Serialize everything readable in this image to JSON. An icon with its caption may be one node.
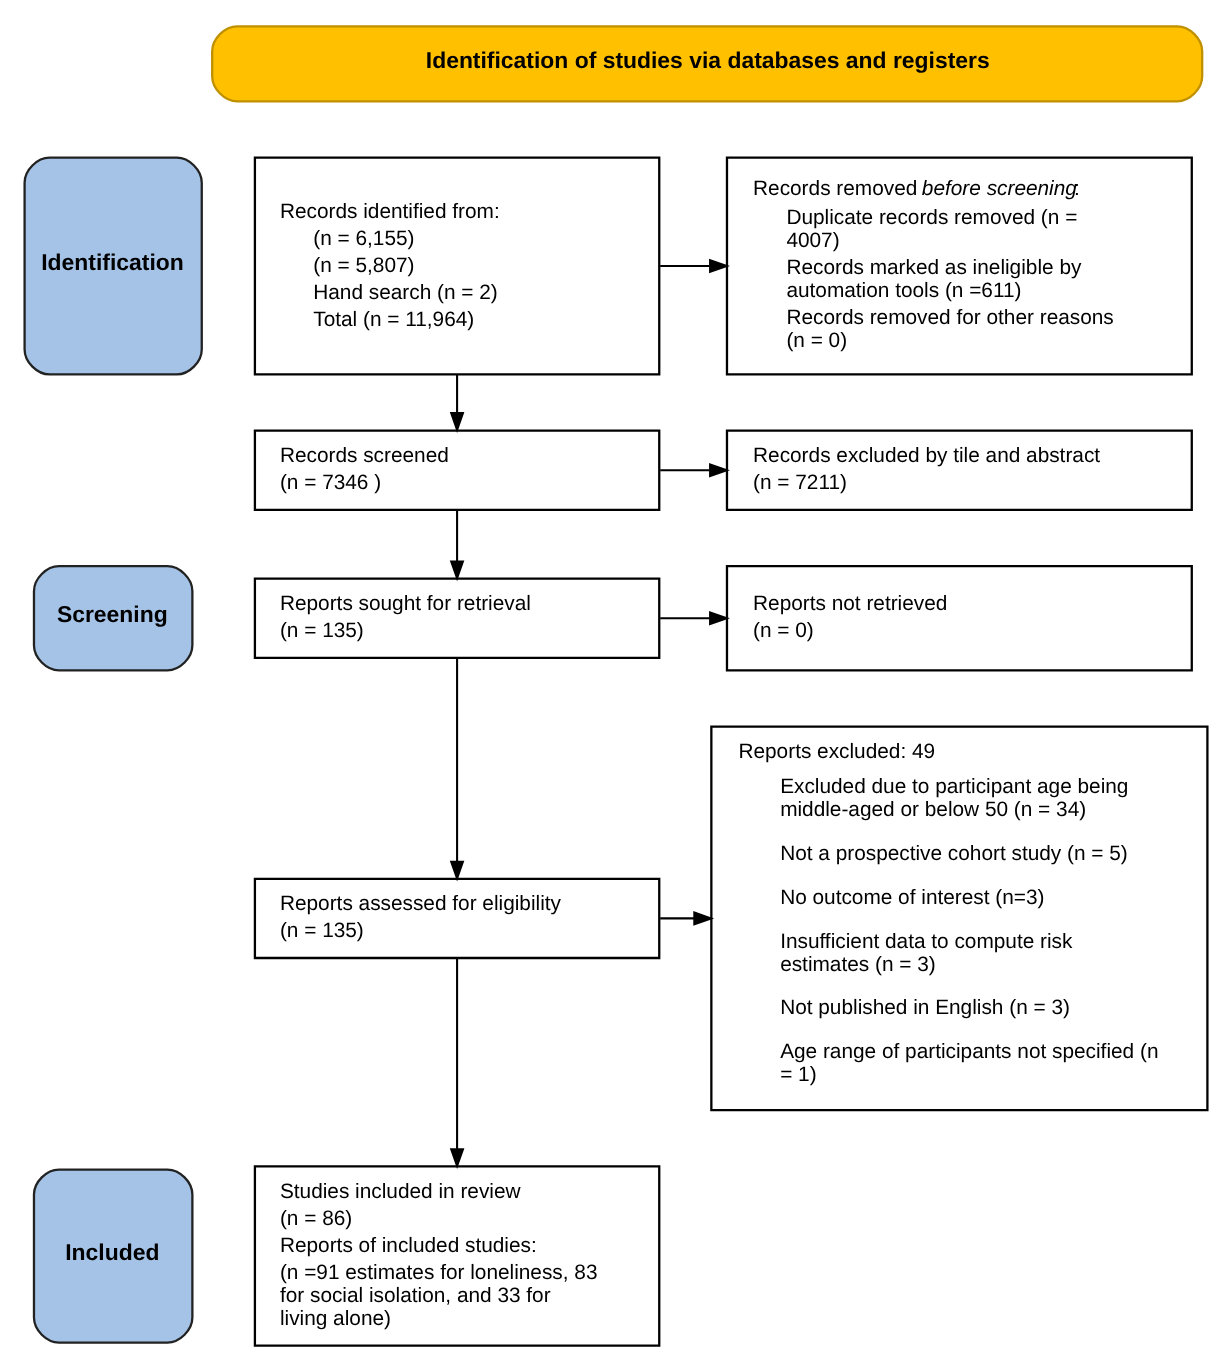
{
  "diagram": {
    "nodes": [
      {
        "text": [
          "Identification of studies via databases and registers"
        ]
      },
      {
        "text": [
          "Identification"
        ]
      },
      {
        "text": [
          "Records identified from:",
          "(n = 6,155)",
          "(n = 5,807)",
          "Hand search (n = 2)",
          "Total (n = 11,964)"
        ]
      },
      {
        "text": [
          "Records removed *before screening*:",
          "Duplicate records removed (n = 4007)",
          "Records marked as ineligible by automation tools (n =611)",
          "Records removed for other reasons (n = 0)"
        ]
      },
      {
        "text": [
          "Screening"
        ]
      },
      {
        "text": [
          "Records screened",
          "(n = 7346 )"
        ]
      },
      {
        "text": [
          "Records excluded by tile and abstract",
          "(n = 7211)"
        ]
      },
      {
        "text": [
          "Reports sought for retrieval",
          "(n = 135)"
        ]
      },
      {
        "text": [
          "Reports not retrieved",
          "(n = 0)"
        ]
      },
      {
        "text": [
          "Reports assessed for eligibility",
          "(n = 135)"
        ]
      },
      {
        "text": [
          "Reports excluded: 49",
          "Excluded due to participant age being middle-aged or below 50 (n = 34)",
          "Not a prospective cohort study (n = 5)",
          "No outcome of interest (n=3)",
          "Insufficient data to compute risk estimates (n = 3)",
          "Not published in English (n = 3)",
          "Age range of participants not specified (n = 1)"
        ]
      },
      {
        "text": [
          "Included"
        ]
      },
      {
        "text": [
          "Studies included in review",
          "(n = 86)",
          "Reports of included studies:",
          "(n =91 estimates for loneliness, 83 for social isolation, and 33 for living alone)"
        ]
      }
    ],
    "edges": [
      {
        "from": 2,
        "to": 3,
        "arrow": "to"
      },
      {
        "from": 2,
        "to": 5,
        "arrow": "to"
      },
      {
        "from": 5,
        "to": 6,
        "arrow": "to"
      },
      {
        "from": 5,
        "to": 7,
        "arrow": "to"
      },
      {
        "from": 7,
        "to": 8,
        "arrow": "to"
      },
      {
        "from": 7,
        "to": 9,
        "arrow": "to"
      },
      {
        "from": 9,
        "to": 10,
        "arrow": "to"
      },
      {
        "from": 9,
        "to": 12,
        "arrow": "to"
      }
    ]
  }
}
